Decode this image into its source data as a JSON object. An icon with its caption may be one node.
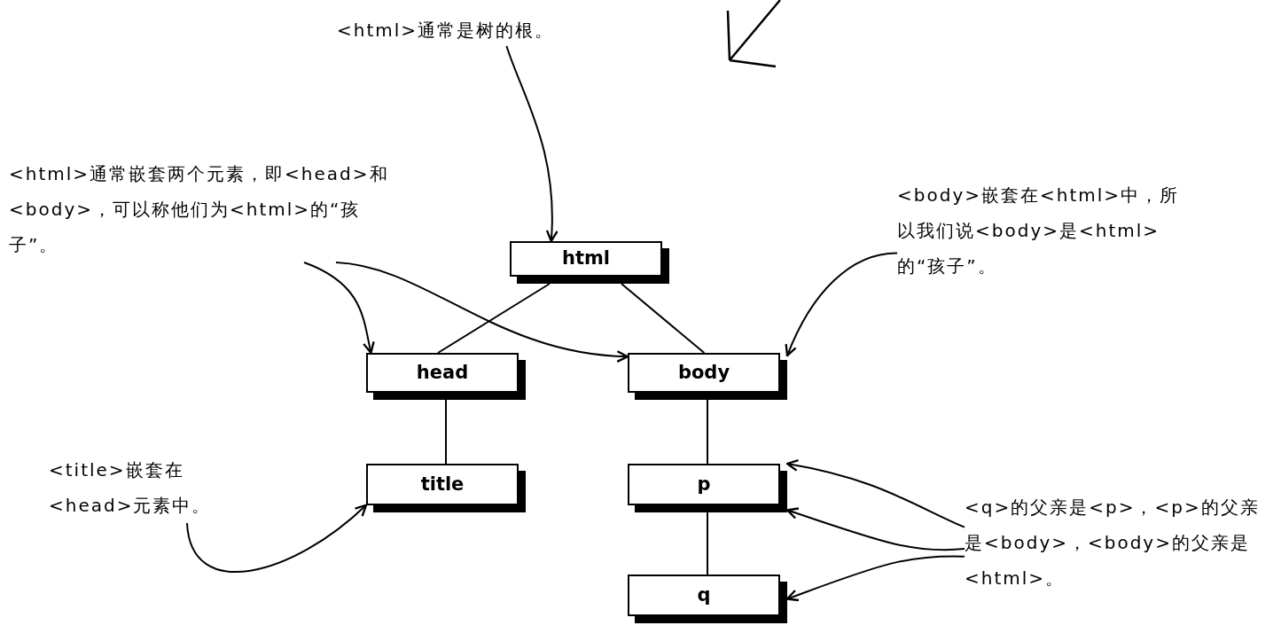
{
  "diagram": {
    "nodes": [
      {
        "text": [
          "html"
        ]
      },
      {
        "text": [
          "head"
        ]
      },
      {
        "text": [
          "body"
        ]
      },
      {
        "text": [
          "title"
        ]
      },
      {
        "text": [
          "p"
        ]
      },
      {
        "text": [
          "q"
        ]
      },
      {
        "text": [
          "<html>通常是树的根。"
        ]
      },
      {
        "text": [
          "<html>通常嵌套两个元素，即<head>和<body>，可以称他们为<html>的“孩子”。"
        ]
      },
      {
        "text": [
          "<body>嵌套在<html>中，所以我们说<body>是<html>的“孩子”。"
        ]
      },
      {
        "text": [
          "<title>嵌套在<head>元素中。"
        ]
      },
      {
        "text": [
          "<q>的父亲是<p>，<p>的父亲是<body>，<body>的父亲是<html>。"
        ]
      }
    ],
    "edges": [
      {
        "from": 0,
        "to": 1,
        "arrow": "none"
      },
      {
        "from": 0,
        "to": 2,
        "arrow": "none"
      },
      {
        "from": 1,
        "to": 3,
        "arrow": "none"
      },
      {
        "from": 2,
        "to": 4,
        "arrow": "none"
      },
      {
        "from": 4,
        "to": 5,
        "arrow": "none"
      },
      {
        "from": 6,
        "to": 0,
        "arrow": "to"
      },
      {
        "from": 7,
        "to": 1,
        "arrow": "to"
      },
      {
        "from": 7,
        "to": 2,
        "arrow": "to"
      },
      {
        "from": 8,
        "to": 2,
        "arrow": "to"
      },
      {
        "from": 9,
        "to": 3,
        "arrow": "to"
      },
      {
        "from": 10,
        "to": 4,
        "arrow": "to"
      },
      {
        "from": 10,
        "to": 4,
        "arrow": "to"
      },
      {
        "from": 10,
        "to": 5,
        "arrow": "to"
      }
    ]
  }
}
